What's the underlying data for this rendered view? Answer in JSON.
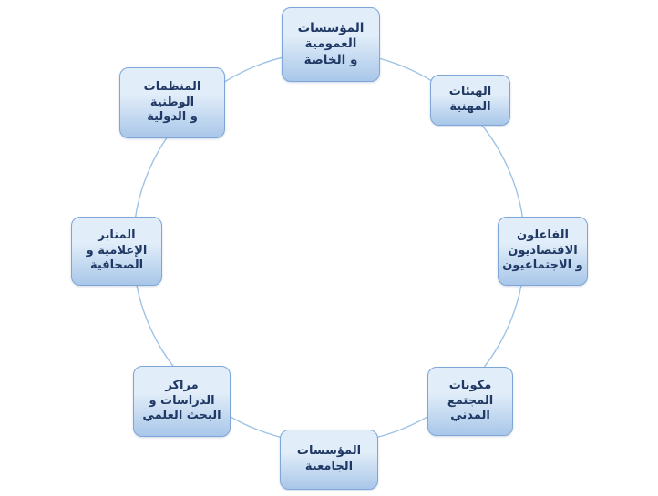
{
  "diagram": {
    "type": "cycle",
    "direction": "rtl",
    "nodes": [
      {
        "id": "public-private-institutions",
        "position": "top",
        "text": "المؤسسات\nالعمومية\nو الخاصة"
      },
      {
        "id": "professional-bodies",
        "position": "top-right",
        "text": "الهيئات المهنية"
      },
      {
        "id": "economic-social-actors",
        "position": "right",
        "text": "الفاعلون\nالاقتصاديون\nو الاجتماعيون"
      },
      {
        "id": "civil-society-components",
        "position": "bottom-right",
        "text": "مكونات\nالمجتمع\nالمدني"
      },
      {
        "id": "university-institutions",
        "position": "bottom",
        "text": "المؤسسات\nالجامعية"
      },
      {
        "id": "study-research-centers",
        "position": "bottom-left",
        "text": "مراكز\nالدراسات و\nالبحث العلمي"
      },
      {
        "id": "media-press-platforms",
        "position": "left",
        "text": "المنابر\nالإعلامية و\nالصحافية"
      },
      {
        "id": "national-international-organizations",
        "position": "top-left",
        "text": "المنظمات\nالوطنية\nو الدولية"
      }
    ],
    "colors": {
      "box_fill_top": "#e1edf9",
      "box_fill_bottom": "#a9c7e9",
      "box_border": "#7ea6d8",
      "box_text": "#1f3864",
      "circle_stroke": "#9dc3e6",
      "background": "#ffffff"
    }
  }
}
